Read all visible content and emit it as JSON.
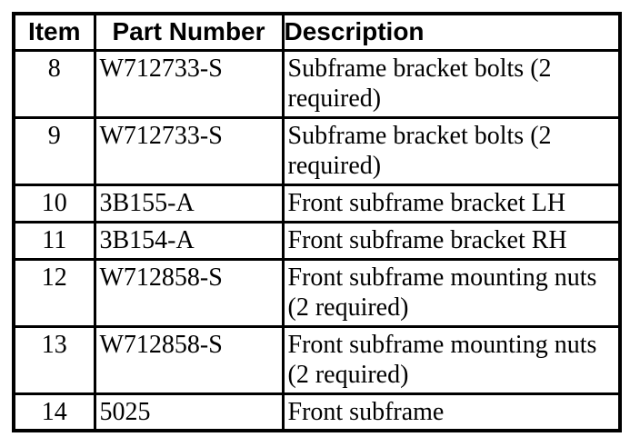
{
  "colors": {
    "background": "#ffffff",
    "border": "#000000",
    "text": "#000000"
  },
  "table": {
    "columns": [
      {
        "label": "Item"
      },
      {
        "label": "Part Number"
      },
      {
        "label": "Description"
      }
    ],
    "rows": [
      {
        "item": "8",
        "part_number": "W712733-S",
        "description": "Subframe bracket bolts (2\nrequired)"
      },
      {
        "item": "9",
        "part_number": "W712733-S",
        "description": "Subframe bracket bolts (2\nrequired)"
      },
      {
        "item": "10",
        "part_number": "3B155-A",
        "description": "Front subframe bracket LH"
      },
      {
        "item": "11",
        "part_number": "3B154-A",
        "description": "Front subframe bracket RH"
      },
      {
        "item": "12",
        "part_number": "W712858-S",
        "description": "Front subframe mounting nuts\n(2 required)"
      },
      {
        "item": "13",
        "part_number": "W712858-S",
        "description": "Front subframe mounting nuts\n(2 required)"
      },
      {
        "item": "14",
        "part_number": "5025",
        "description": "Front subframe"
      }
    ]
  }
}
